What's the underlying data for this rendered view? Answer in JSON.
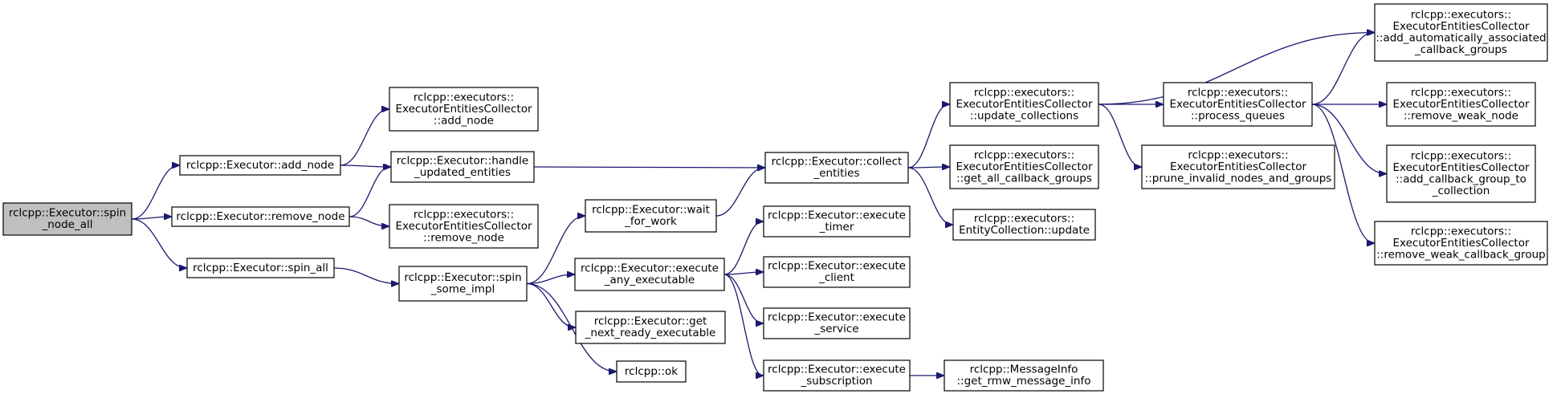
{
  "graph": {
    "edge_color": "#191970",
    "root_fill": "#bfbfbf",
    "node_fill": "#ffffff",
    "nodes": [
      {
        "id": "spin_node_all",
        "lines": [
          "rclcpp::Executor::spin",
          "_node_all"
        ],
        "root": true
      },
      {
        "id": "add_node",
        "lines": [
          "rclcpp::Executor::add_node"
        ]
      },
      {
        "id": "remove_node",
        "lines": [
          "rclcpp::Executor::remove_node"
        ]
      },
      {
        "id": "spin_all",
        "lines": [
          "rclcpp::Executor::spin_all"
        ]
      },
      {
        "id": "collector_add_node",
        "lines": [
          "rclcpp::executors::",
          "ExecutorEntitiesCollector",
          "::add_node"
        ]
      },
      {
        "id": "handle_updated_entities",
        "lines": [
          "rclcpp::Executor::handle",
          "_updated_entities"
        ]
      },
      {
        "id": "collector_remove_node",
        "lines": [
          "rclcpp::executors::",
          "ExecutorEntitiesCollector",
          "::remove_node"
        ]
      },
      {
        "id": "spin_some_impl",
        "lines": [
          "rclcpp::Executor::spin",
          "_some_impl"
        ]
      },
      {
        "id": "wait_for_work",
        "lines": [
          "rclcpp::Executor::wait",
          "_for_work"
        ]
      },
      {
        "id": "execute_any_executable",
        "lines": [
          "rclcpp::Executor::execute",
          "_any_executable"
        ]
      },
      {
        "id": "get_next_ready_executable",
        "lines": [
          "rclcpp::Executor::get",
          "_next_ready_executable"
        ]
      },
      {
        "id": "ok",
        "lines": [
          "rclcpp::ok"
        ]
      },
      {
        "id": "collect_entities",
        "lines": [
          "rclcpp::Executor::collect",
          "_entities"
        ]
      },
      {
        "id": "execute_timer",
        "lines": [
          "rclcpp::Executor::execute",
          "_timer"
        ]
      },
      {
        "id": "execute_client",
        "lines": [
          "rclcpp::Executor::execute",
          "_client"
        ]
      },
      {
        "id": "execute_service",
        "lines": [
          "rclcpp::Executor::execute",
          "_service"
        ]
      },
      {
        "id": "execute_subscription",
        "lines": [
          "rclcpp::Executor::execute",
          "_subscription"
        ]
      },
      {
        "id": "update_collections",
        "lines": [
          "rclcpp::executors::",
          "ExecutorEntitiesCollector",
          "::update_collections"
        ]
      },
      {
        "id": "get_all_callback_groups",
        "lines": [
          "rclcpp::executors::",
          "ExecutorEntitiesCollector",
          "::get_all_callback_groups"
        ]
      },
      {
        "id": "entity_collection_update",
        "lines": [
          "rclcpp::executors::",
          "EntityCollection::update"
        ]
      },
      {
        "id": "get_rmw_message_info",
        "lines": [
          "rclcpp::MessageInfo",
          "::get_rmw_message_info"
        ]
      },
      {
        "id": "process_queues",
        "lines": [
          "rclcpp::executors::",
          "ExecutorEntitiesCollector",
          "::process_queues"
        ]
      },
      {
        "id": "prune_invalid",
        "lines": [
          "rclcpp::executors::",
          "ExecutorEntitiesCollector",
          "::prune_invalid_nodes_and_groups"
        ]
      },
      {
        "id": "add_auto_assoc",
        "lines": [
          "rclcpp::executors::",
          "ExecutorEntitiesCollector",
          "::add_automatically_associated",
          "_callback_groups"
        ]
      },
      {
        "id": "remove_weak_node",
        "lines": [
          "rclcpp::executors::",
          "ExecutorEntitiesCollector",
          "::remove_weak_node"
        ]
      },
      {
        "id": "add_cb_group_to_collection",
        "lines": [
          "rclcpp::executors::",
          "ExecutorEntitiesCollector",
          "::add_callback_group_to",
          "_collection"
        ]
      },
      {
        "id": "remove_weak_cb_group",
        "lines": [
          "rclcpp::executors::",
          "ExecutorEntitiesCollector",
          "::remove_weak_callback_group"
        ]
      }
    ],
    "edges": [
      [
        "spin_node_all",
        "add_node"
      ],
      [
        "spin_node_all",
        "remove_node"
      ],
      [
        "spin_node_all",
        "spin_all"
      ],
      [
        "add_node",
        "collector_add_node"
      ],
      [
        "add_node",
        "handle_updated_entities"
      ],
      [
        "remove_node",
        "handle_updated_entities"
      ],
      [
        "remove_node",
        "collector_remove_node"
      ],
      [
        "spin_all",
        "spin_some_impl"
      ],
      [
        "handle_updated_entities",
        "collect_entities"
      ],
      [
        "spin_some_impl",
        "wait_for_work"
      ],
      [
        "spin_some_impl",
        "execute_any_executable"
      ],
      [
        "spin_some_impl",
        "get_next_ready_executable"
      ],
      [
        "spin_some_impl",
        "ok"
      ],
      [
        "wait_for_work",
        "collect_entities"
      ],
      [
        "execute_any_executable",
        "execute_timer"
      ],
      [
        "execute_any_executable",
        "execute_client"
      ],
      [
        "execute_any_executable",
        "execute_service"
      ],
      [
        "execute_any_executable",
        "execute_subscription"
      ],
      [
        "execute_subscription",
        "get_rmw_message_info"
      ],
      [
        "collect_entities",
        "update_collections"
      ],
      [
        "collect_entities",
        "get_all_callback_groups"
      ],
      [
        "collect_entities",
        "entity_collection_update"
      ],
      [
        "update_collections",
        "add_auto_assoc"
      ],
      [
        "update_collections",
        "process_queues"
      ],
      [
        "update_collections",
        "prune_invalid"
      ],
      [
        "process_queues",
        "add_auto_assoc"
      ],
      [
        "process_queues",
        "remove_weak_node"
      ],
      [
        "process_queues",
        "add_cb_group_to_collection"
      ],
      [
        "process_queues",
        "remove_weak_cb_group"
      ]
    ]
  }
}
